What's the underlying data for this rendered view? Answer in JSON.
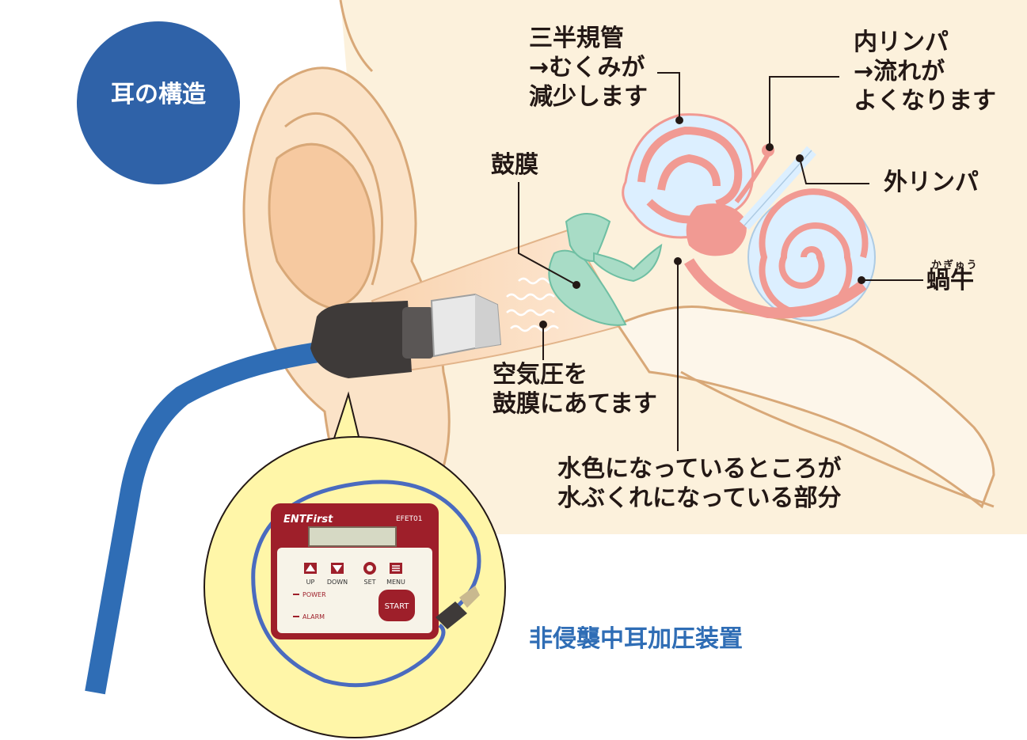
{
  "title": "耳の構造",
  "labels": {
    "semicircular": [
      "三半規管",
      "→むくみが",
      "減少します"
    ],
    "endolymph": [
      "内リンパ",
      "→流れが",
      "よくなります"
    ],
    "eardrum": "鼓膜",
    "perilymph": "外リンパ",
    "cochlea": {
      "ruby": "かぎゅう",
      "text": "蝸牛"
    },
    "air_pressure": [
      "空気圧を",
      "鼓膜にあてます"
    ],
    "swelling": [
      "水色になっているところが",
      "水ぶくれになっている部分"
    ]
  },
  "device": {
    "caption": "非侵襲中耳加圧装置",
    "brand": "ENTFirst",
    "model": "EFET01",
    "buttons": [
      "UP",
      "DOWN",
      "SET",
      "MENU"
    ],
    "start": "START",
    "indicators": [
      "POWER",
      "ALARM"
    ]
  },
  "colors": {
    "title_circle": "#2f62a8",
    "tube": "#2f6db5",
    "background_panel": "#fcf1dc",
    "ear_skin": "#fbe3c8",
    "ear_outline": "#d8a878",
    "inner_ear_pink": "#f19a93",
    "lymph_blue": "#dcefff",
    "eardrum_green": "#a8dcc6",
    "callout_yellow": "#fff6a8",
    "device_red": "#9e1f2a"
  }
}
